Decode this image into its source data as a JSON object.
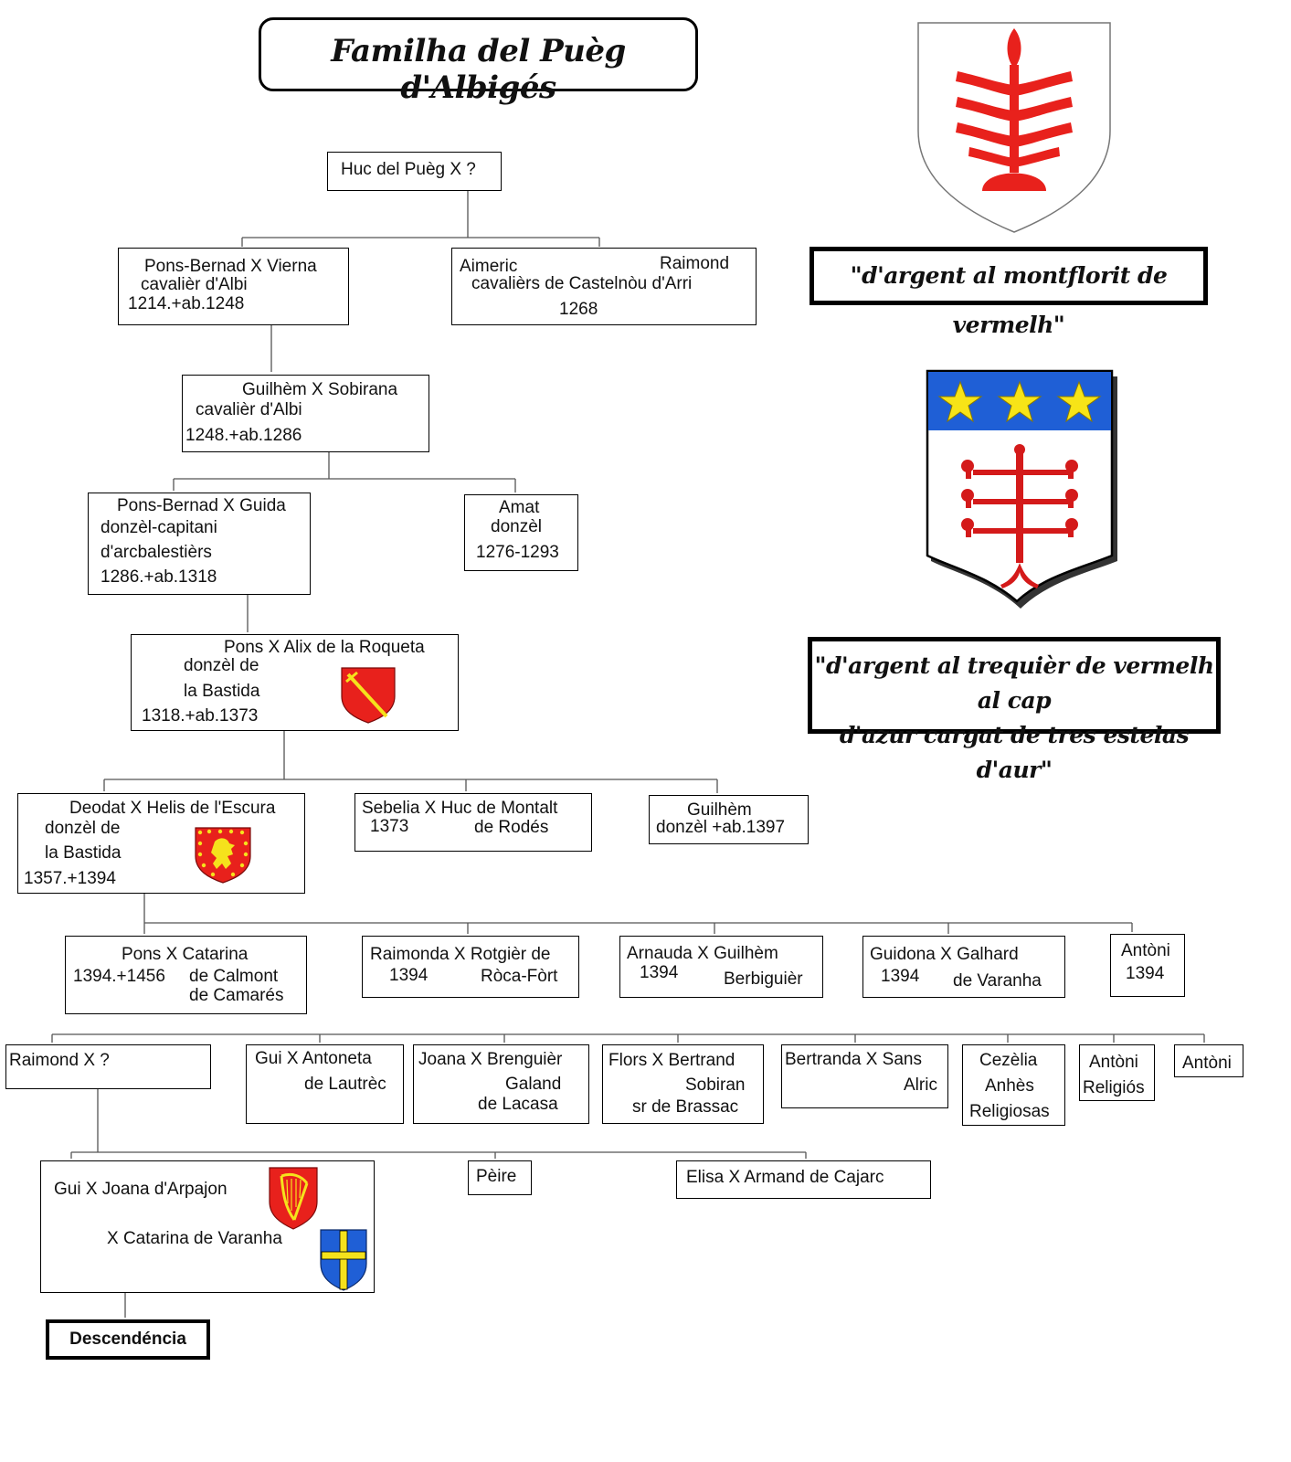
{
  "title": "Familha del Puèg d'Albigés",
  "motto1": "\"d'argent al montflorit de vermelh\"",
  "motto2_line1": "\"d'argent al trequièr de vermelh al cap",
  "motto2_line2": "d'azur cargat de tres estelas d'aur\"",
  "colors": {
    "red": "#e8211c",
    "blue": "#1f5fd6",
    "gold": "#f5e21c",
    "yellow_star": "#f7e417"
  },
  "people": {
    "huc": "Huc del Puèg X ?",
    "pons_bernad_1": {
      "name": "Pons-Bernad  X Vierna",
      "title": "cavalièr d'Albi",
      "dates": "1214.+ab.1248"
    },
    "aimeric": {
      "name1": "Aimeric",
      "name2": "Raimond",
      "title": "cavalièrs de Castelnòu d'Arri",
      "dates": "1268"
    },
    "guilhem_1": {
      "name": "Guilhèm  X Sobirana",
      "title": "cavalièr d'Albi",
      "dates": "1248.+ab.1286"
    },
    "pons_bernad_2": {
      "name": "Pons-Bernad X Guida",
      "title1": "donzèl-capitani",
      "title2": "d'arcbalestièrs",
      "dates": "1286.+ab.1318"
    },
    "amat": {
      "name": "Amat",
      "title": "donzèl",
      "dates": "1276-1293"
    },
    "pons": {
      "name": "Pons X Alix de la Roqueta",
      "title1": "donzèl de",
      "title2": "la Bastida",
      "dates": "1318.+ab.1373"
    },
    "deodat": {
      "name": "Deodat X Helis de l'Escura",
      "title1": "donzèl de",
      "title2": "la Bastida",
      "dates": "1357.+1394"
    },
    "sebelia": {
      "name": "Sebelia X Huc de Montalt",
      "date": "1373",
      "place": "de Rodés"
    },
    "guilhem_2": {
      "name": "Guilhèm",
      "title": "donzèl +ab.1397"
    },
    "pons_catarina": {
      "name": "Pons X Catarina",
      "dates": "1394.+1456",
      "spouse1": "de Calmont",
      "spouse2": "de Camarés"
    },
    "raimonda": {
      "name": "Raimonda X Rotgièr de",
      "date": "1394",
      "spouse": "Ròca-Fòrt"
    },
    "arnauda": {
      "name": "Arnauda X Guilhèm",
      "date": "1394",
      "spouse": "Berbiguièr"
    },
    "guidona": {
      "name": "Guidona X Galhard",
      "date": "1394",
      "spouse": "de Varanha"
    },
    "antoni_1": {
      "name": "Antòni",
      "date": "1394"
    },
    "raimond": "Raimond X ?",
    "gui_antoneta": {
      "name": "Gui X Antoneta",
      "spouse": "de Lautrèc"
    },
    "joana": {
      "name": "Joana X Brenguièr",
      "spouse1": "Galand",
      "spouse2": "de Lacasa"
    },
    "flors": {
      "name": "Flors X Bertrand",
      "spouse1": "Sobiran",
      "spouse2": "sr de Brassac"
    },
    "bertranda": {
      "name": "Bertranda X Sans",
      "spouse": "Alric"
    },
    "cezelia": {
      "line1": "Cezèlia",
      "line2": "Anhès",
      "line3": "Religiosas"
    },
    "antoni_2": {
      "line1": "Antòni",
      "line2": "Religiós"
    },
    "antoni_3": "Antòni",
    "gui_joana": {
      "line1": "Gui  X  Joana d'Arpajon",
      "line2": "X  Catarina de Varanha"
    },
    "peire": "Pèire",
    "elisa": "Elisa  X  Armand de Cajarc"
  },
  "descendencia": "Descendéncia"
}
